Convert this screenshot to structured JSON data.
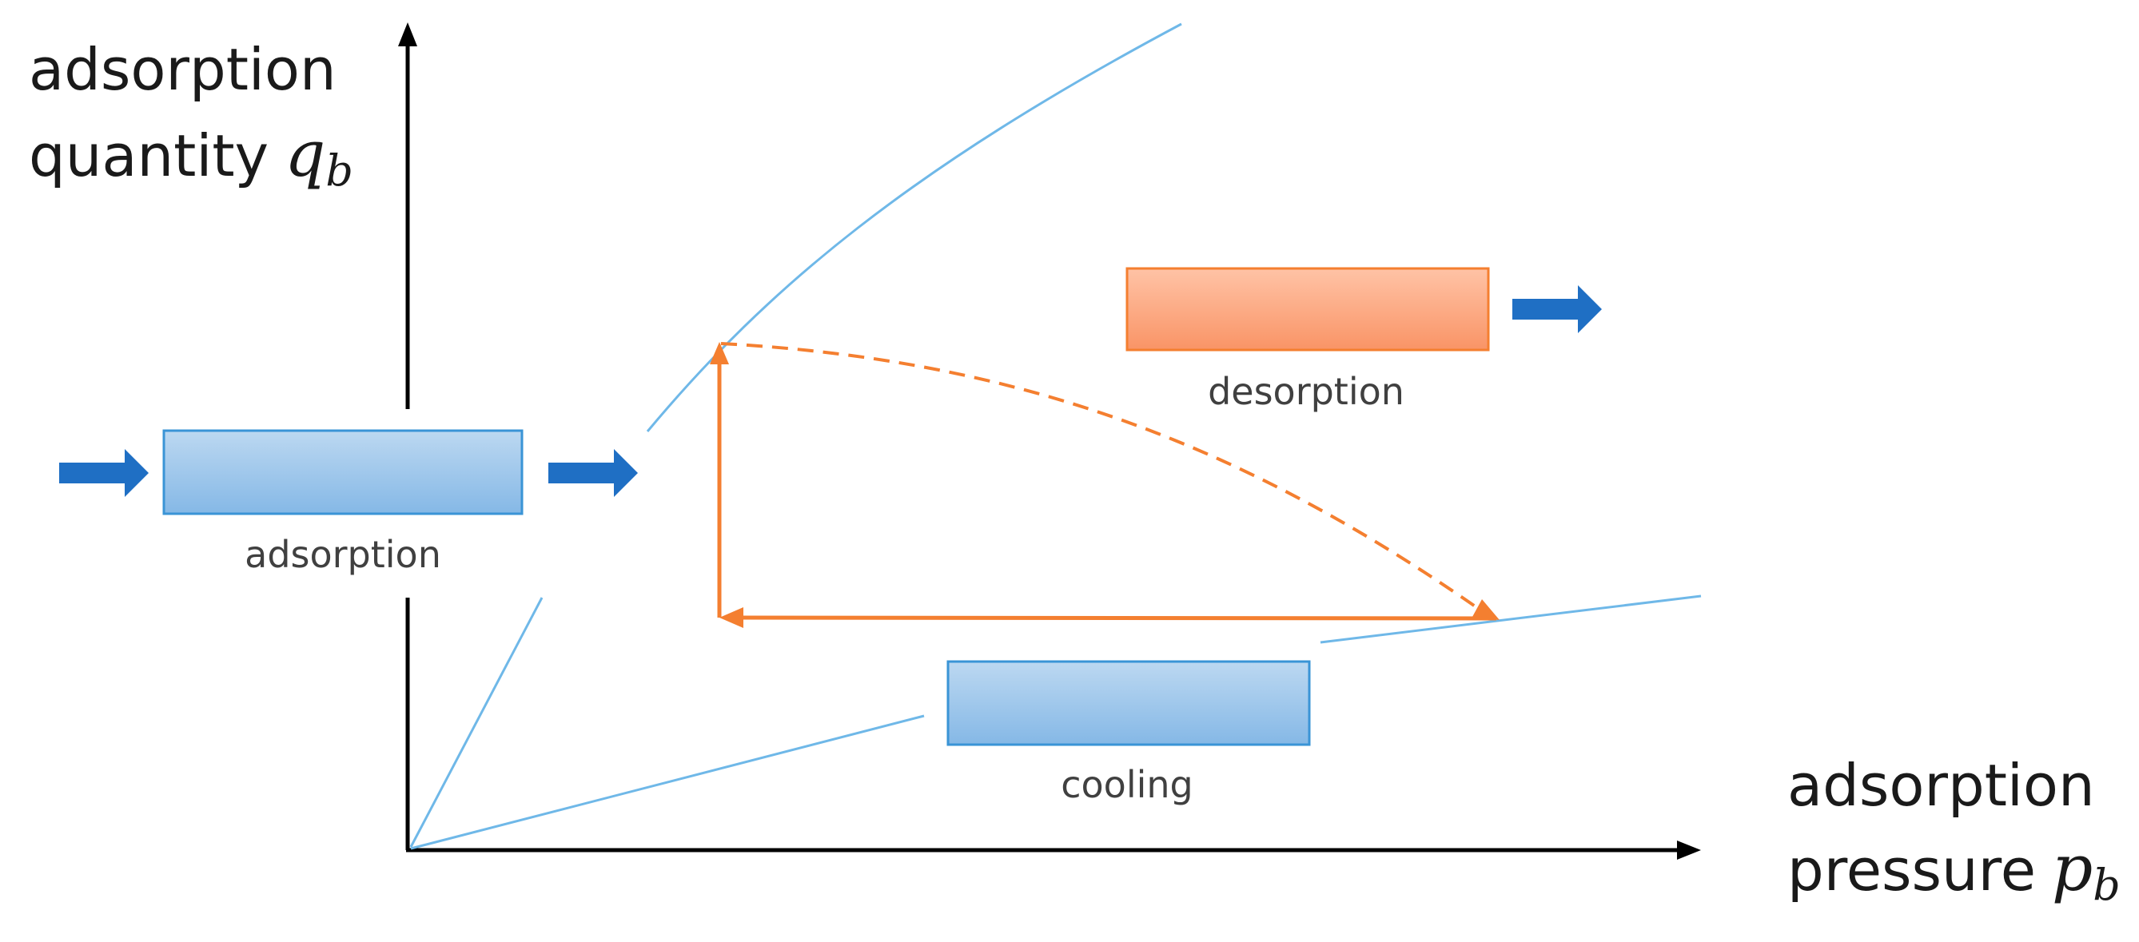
{
  "axes": {
    "y_title_line1": "adsorption",
    "y_title_line2": "quantity",
    "y_var": "q",
    "y_sub": "b",
    "x_title_line1": "adsorption",
    "x_title_line2": "pressure",
    "x_var": "p",
    "x_sub": "b"
  },
  "boxes": {
    "adsorption": "adsorption",
    "desorption": "desorption",
    "cooling": "cooling"
  },
  "colors": {
    "curve": "#6fb8e8",
    "cycle": "#f47f30",
    "arrow_fill": "#1f6fc4",
    "blue_box_top": "#bcd8f1",
    "blue_box_bottom": "#85b8e6",
    "blue_box_border": "#3a94d6",
    "orange_box_top": "#ffc3a6",
    "orange_box_bottom": "#f99466",
    "orange_box_border": "#f47f30",
    "axis": "#000000"
  }
}
